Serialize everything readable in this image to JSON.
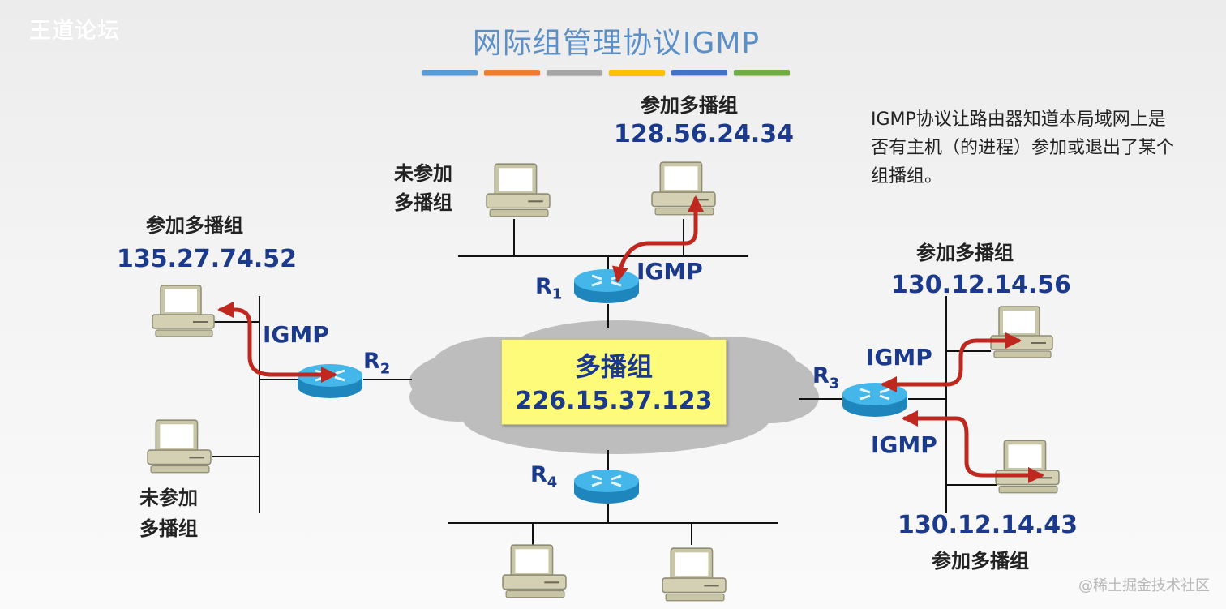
{
  "header": {
    "logo_text": "王道论坛",
    "title": "网际组管理协议IGMP",
    "underline_colors": [
      "#5b9bd5",
      "#ed7d31",
      "#a5a5a5",
      "#ffc000",
      "#4472c4",
      "#70ad47"
    ]
  },
  "description": "IGMP协议让路由器知道本局域网上是否有主机（的进程）参加或退出了某个组播组。",
  "multicast_group": {
    "label": "多播组",
    "address": "226.15.37.123"
  },
  "routers": [
    {
      "id": "R1",
      "letter": "R",
      "sub": "1"
    },
    {
      "id": "R2",
      "letter": "R",
      "sub": "2"
    },
    {
      "id": "R3",
      "letter": "R",
      "sub": "3"
    },
    {
      "id": "R4",
      "letter": "R",
      "sub": "4"
    }
  ],
  "hosts": {
    "top_joined": {
      "status": "参加多播组",
      "ip": "128.56.24.34"
    },
    "top_not_joined": {
      "status_line1": "未参加",
      "status_line2": "多播组"
    },
    "left_joined": {
      "status": "参加多播组",
      "ip": "135.27.74.52"
    },
    "left_not_joined": {
      "status_line1": "未参加",
      "status_line2": "多播组"
    },
    "right_top_joined": {
      "status": "参加多播组",
      "ip": "130.12.14.56"
    },
    "right_bottom_joined": {
      "status": "参加多播组",
      "ip": "130.12.14.43"
    }
  },
  "protocol_labels": {
    "r1": "IGMP",
    "r2": "IGMP",
    "r3_top": "IGMP",
    "r3_bottom": "IGMP"
  },
  "colors": {
    "title": "#5b8fc7",
    "ip_text": "#1b3a8c",
    "arrow": "#c0281f",
    "router": "#2a9fd6",
    "group_box": "#fffb7a",
    "cloud": "#bdbdbd"
  },
  "watermark": "@稀土掘金技术社区"
}
